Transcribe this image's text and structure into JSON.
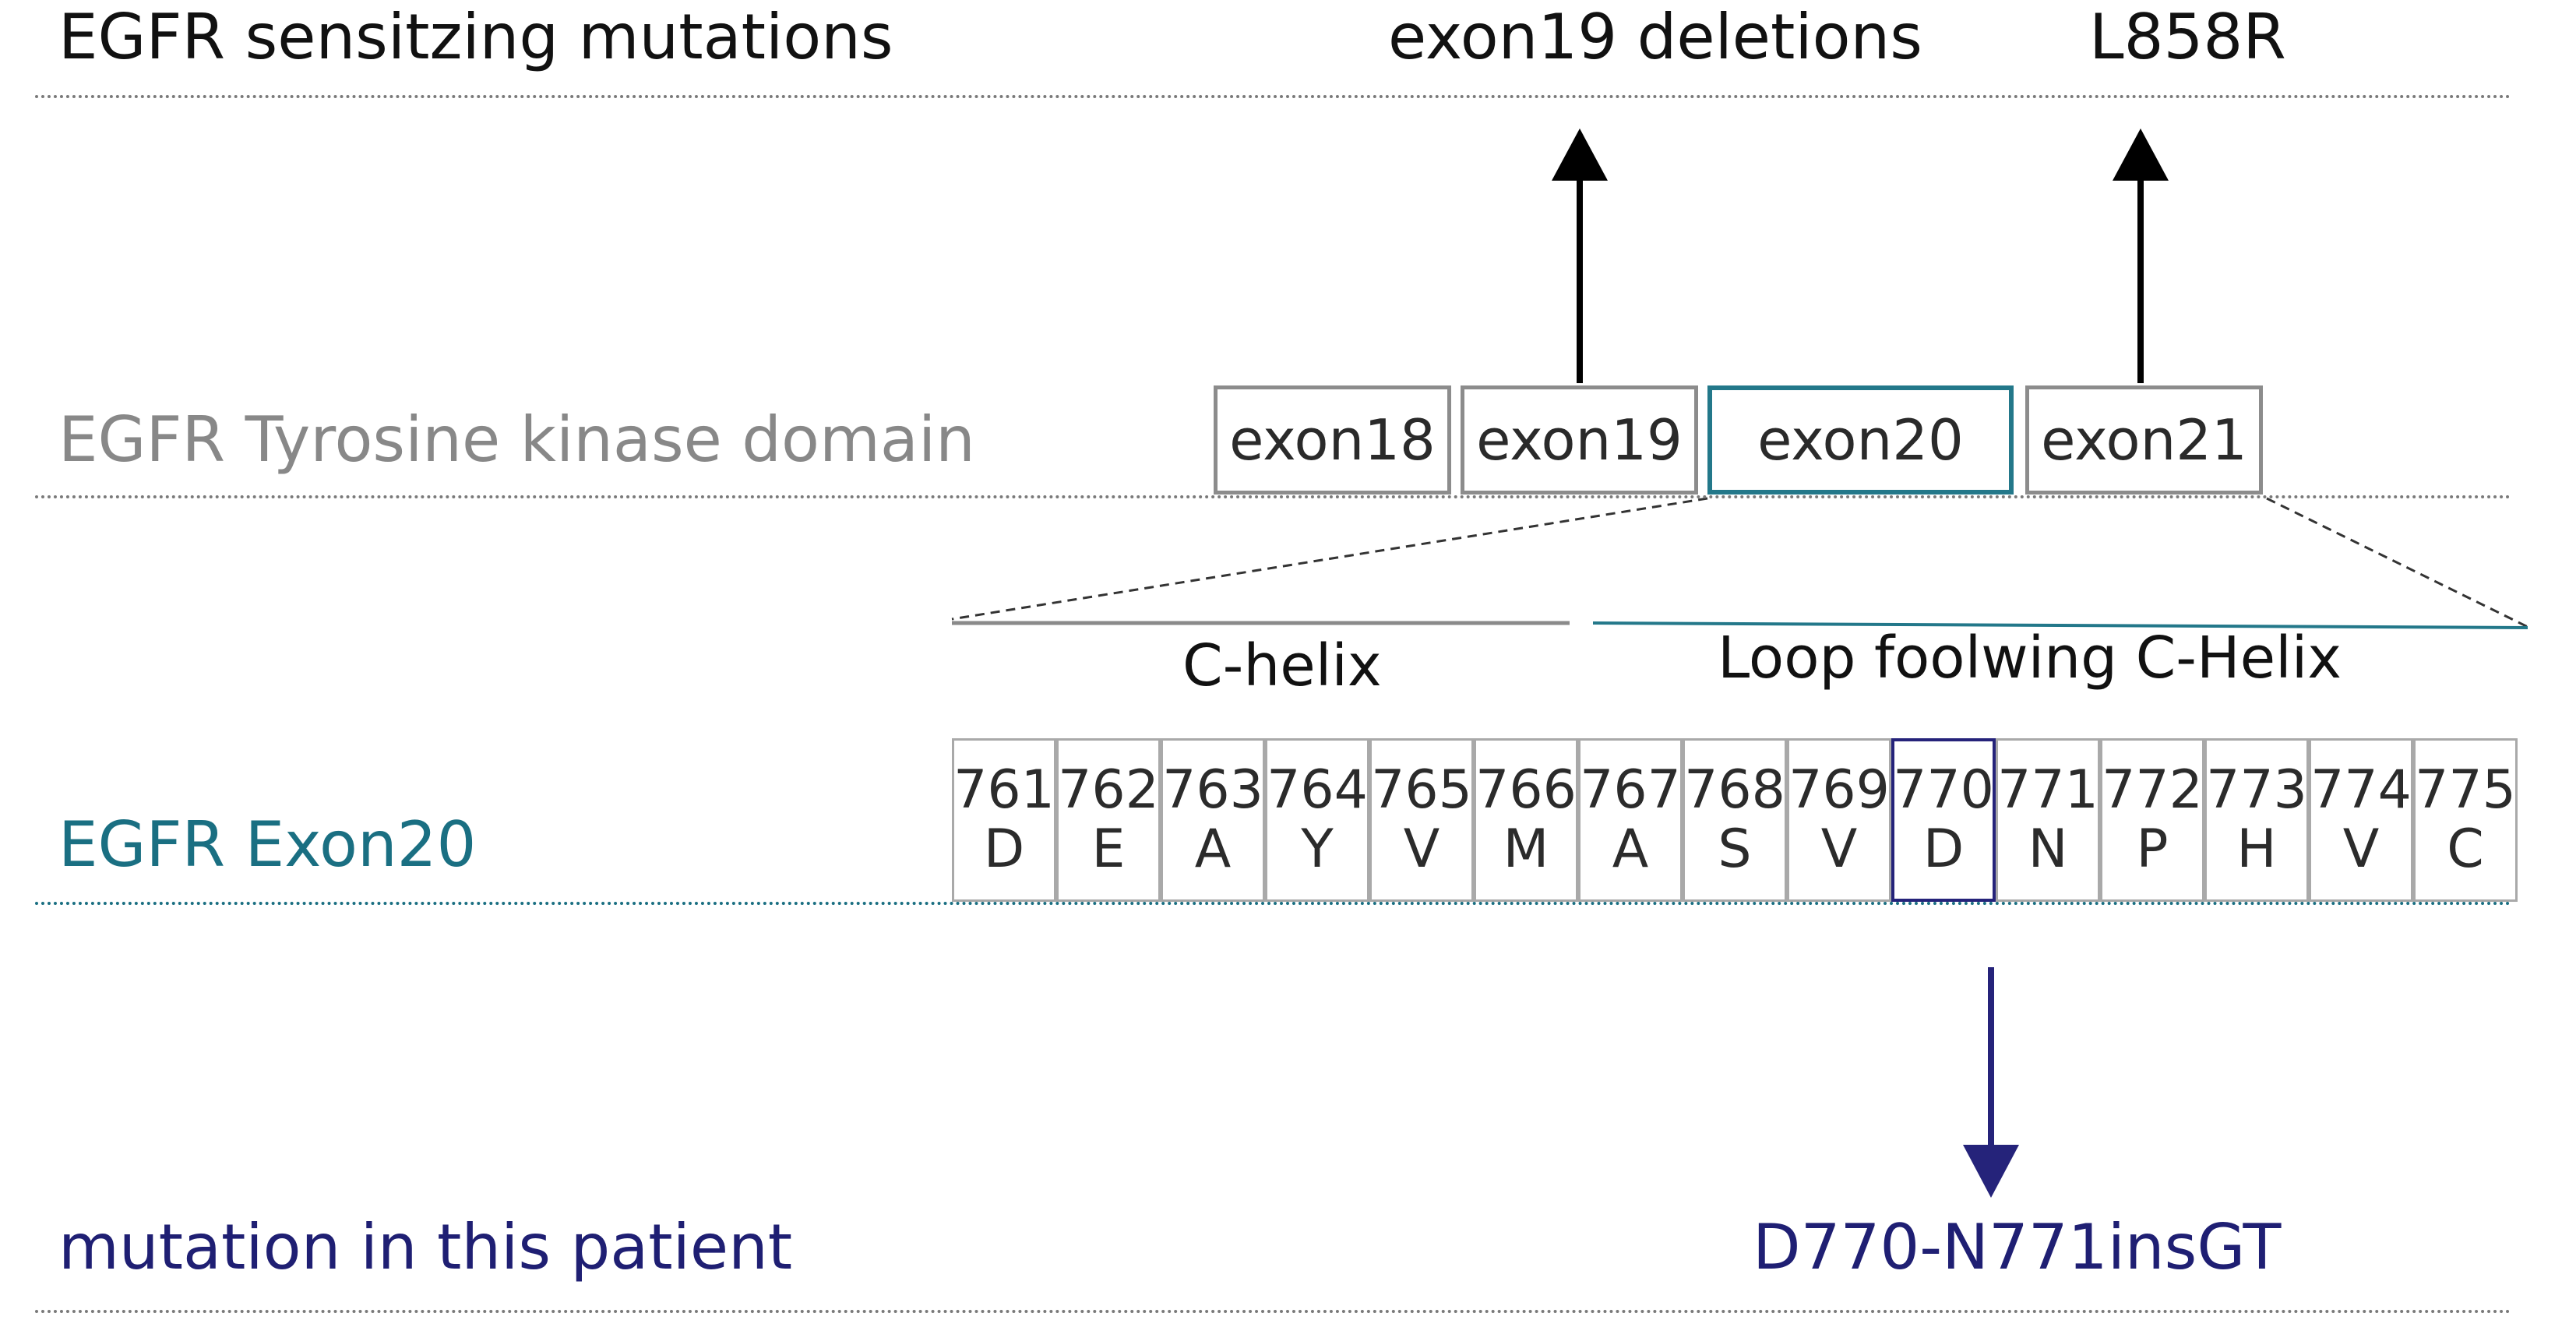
{
  "rows": {
    "sensitizing": "EGFR sensitzing  mutations",
    "kinase_domain": "EGFR Tyrosine kinase domain",
    "exon20": "EGFR Exon20",
    "patient": "mutation in this patient"
  },
  "sensitizing_mutations": {
    "exon19_deletions": "exon19 deletions",
    "l858r": "L858R"
  },
  "exons": [
    "exon18",
    "exon19",
    "exon20",
    "exon21"
  ],
  "highlighted_exon": "exon20",
  "regions": {
    "c_helix": "C-helix",
    "loop": "Loop foolwing C-Helix"
  },
  "residues": [
    {
      "num": "761",
      "aa": "D"
    },
    {
      "num": "762",
      "aa": "E"
    },
    {
      "num": "763",
      "aa": "A"
    },
    {
      "num": "764",
      "aa": "Y"
    },
    {
      "num": "765",
      "aa": "V"
    },
    {
      "num": "766",
      "aa": "M"
    },
    {
      "num": "767",
      "aa": "A"
    },
    {
      "num": "768",
      "aa": "S"
    },
    {
      "num": "769",
      "aa": "V"
    },
    {
      "num": "770",
      "aa": "D"
    },
    {
      "num": "771",
      "aa": "N"
    },
    {
      "num": "772",
      "aa": "P"
    },
    {
      "num": "773",
      "aa": "H"
    },
    {
      "num": "774",
      "aa": "V"
    },
    {
      "num": "775",
      "aa": "C"
    }
  ],
  "highlighted_residue": "770",
  "patient_mutation": "D770-N771insGT",
  "colors": {
    "teal": "#1a6f82",
    "navy": "#1f1f73",
    "gray": "#888888",
    "box_border": "#8c8c8c"
  }
}
